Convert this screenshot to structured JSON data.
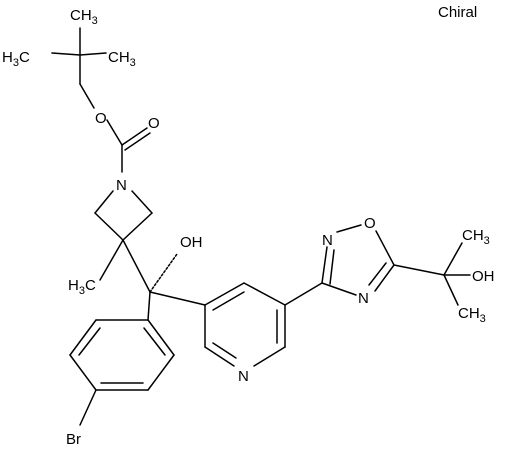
{
  "flag": {
    "chiral": "Chiral"
  },
  "atoms": {
    "o_ester": "O",
    "o_carbonyl": "O",
    "n_azetidine": "N",
    "oh_central": "OH",
    "n_pyridine": "N",
    "n_oxadiazole_top": "N",
    "o_oxadiazole": "O",
    "n_oxadiazole_bottom": "N",
    "oh_side": "OH",
    "br": "Br",
    "ch3_methyl": {
      "main": "H",
      "sub": "3",
      "tail": "C"
    },
    "ch3_tbu_left": {
      "main": "H",
      "sub": "3",
      "tail": "C"
    },
    "ch3_tbu_right": {
      "main": "CH",
      "sub": "3"
    },
    "ch3_side_top": {
      "main": "CH",
      "sub": "3"
    },
    "ch3_side_bottom": {
      "main": "CH",
      "sub": "3"
    }
  }
}
